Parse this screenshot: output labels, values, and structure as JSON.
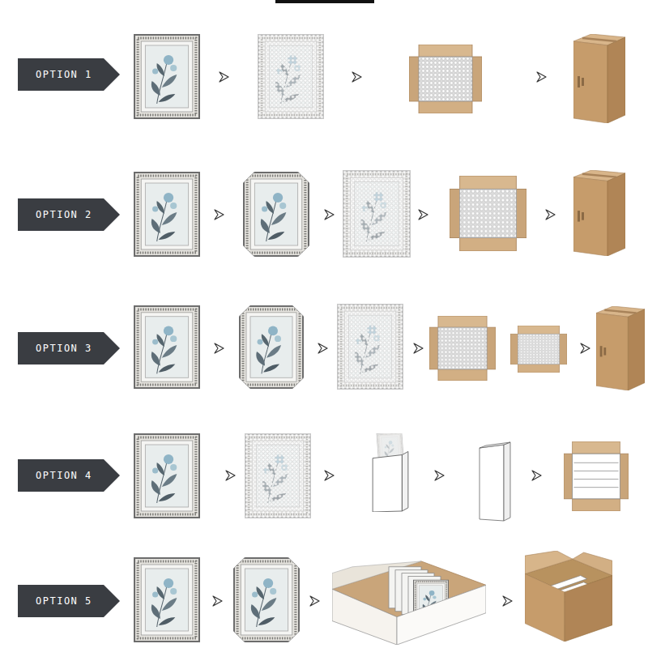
{
  "diagram": {
    "nodes": [
      {
        "text": [
          "OPTION 1"
        ]
      },
      {
        "text": [
          "OPTION 2"
        ]
      },
      {
        "text": [
          "OPTION 3"
        ]
      },
      {
        "text": [
          "OPTION 4"
        ]
      },
      {
        "text": [
          "OPTION 5"
        ]
      }
    ]
  }
}
